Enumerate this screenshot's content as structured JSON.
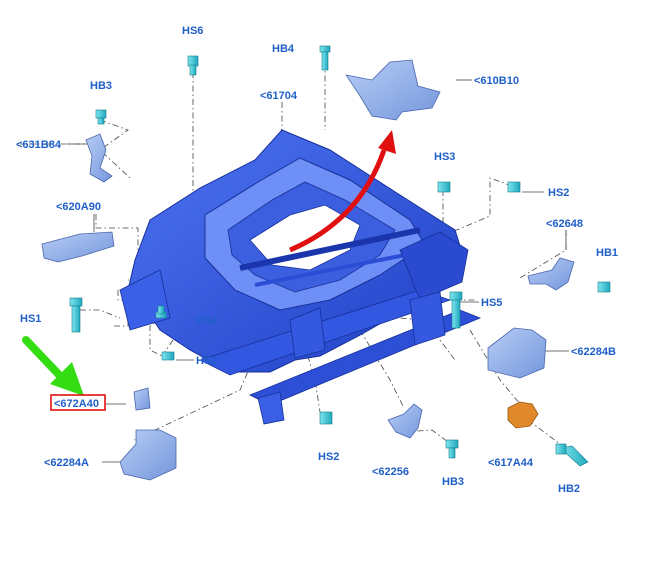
{
  "diagram": {
    "labels": [
      {
        "id": "hs6",
        "text": "HS6"
      },
      {
        "id": "hb4",
        "text": "HB4"
      },
      {
        "id": "610b10",
        "text": "<610B10"
      },
      {
        "id": "hb3a",
        "text": "HB3"
      },
      {
        "id": "61704",
        "text": "<61704"
      },
      {
        "id": "631b84",
        "text": "<631B84"
      },
      {
        "id": "hs3",
        "text": "HS3"
      },
      {
        "id": "hs2a",
        "text": "HS2"
      },
      {
        "id": "620a90",
        "text": "<620A90"
      },
      {
        "id": "62648",
        "text": "<62648"
      },
      {
        "id": "hb1",
        "text": "HB1"
      },
      {
        "id": "hs5",
        "text": "HS5"
      },
      {
        "id": "hs1",
        "text": "HS1"
      },
      {
        "id": "hs4",
        "text": "HS4"
      },
      {
        "id": "62284b",
        "text": "<62284B"
      },
      {
        "id": "hs2b",
        "text": "HS2"
      },
      {
        "id": "672a40",
        "text": "<672A40"
      },
      {
        "id": "62284a",
        "text": "<62284A"
      },
      {
        "id": "hs2c",
        "text": "HS2"
      },
      {
        "id": "62256",
        "text": "<62256"
      },
      {
        "id": "617a44",
        "text": "<617A44"
      },
      {
        "id": "hb3b",
        "text": "HB3"
      },
      {
        "id": "hb2",
        "text": "HB2"
      }
    ],
    "colors": {
      "label_text": "#1f5fc9",
      "frame_blue": "#2b4fd6",
      "part_light_blue": "#8fb0e8",
      "fastener_cyan": "#35c6d6",
      "bracket_orange": "#e0892a",
      "highlight_red": "#e01010",
      "pointer_green": "#33dd11"
    }
  }
}
